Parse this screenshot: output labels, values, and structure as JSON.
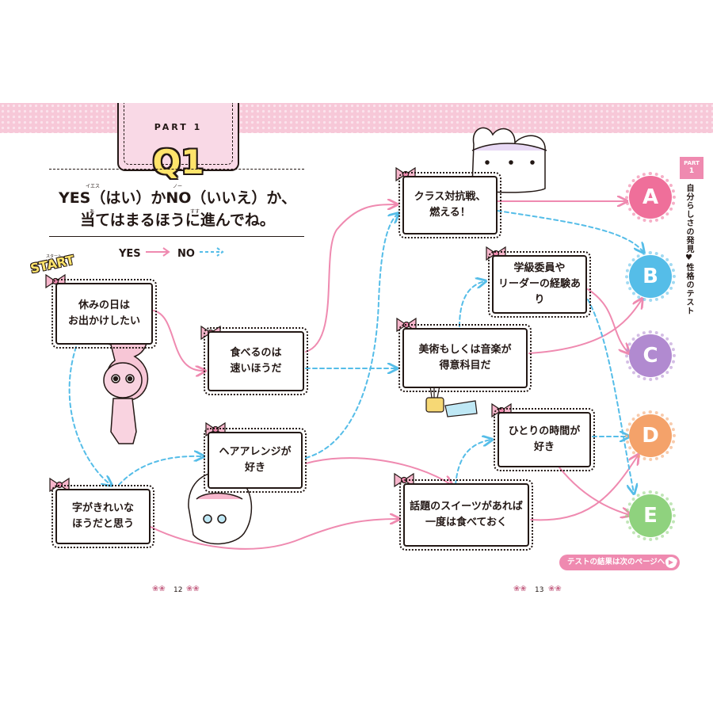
{
  "header": {
    "part_label": "PART 1",
    "question_number": "Q1",
    "instruction_line1": "YES（はい）かNO（いいえ）か、",
    "instruction_line2": "当てはまるほうに進んでね。",
    "ruby_yes": "イエス",
    "ruby_no": "ノー",
    "ruby_ate": "あ",
    "ruby_susu": "すす"
  },
  "legend": {
    "yes_label": "YES",
    "no_label": "NO"
  },
  "start_label": "START",
  "start_ruby": "スタート",
  "questions": [
    {
      "line1": "休みの日は",
      "line2": "お出かけしたい"
    },
    {
      "line1": "食べるのは",
      "line2": "速いほうだ"
    },
    {
      "line1": "ヘアアレンジが",
      "line2": "好き"
    },
    {
      "line1": "字がきれいな",
      "line2": "ほうだと思う"
    },
    {
      "line1": "クラス対抗戦、",
      "line2": "燃える！"
    },
    {
      "line1": "学級委員や",
      "line2": "リーダーの経験あり"
    },
    {
      "line1": "美術もしくは音楽が",
      "line2": "得意科目だ"
    },
    {
      "line1": "ひとりの時間が",
      "line2": "好き"
    },
    {
      "line1": "話題のスイーツがあれば",
      "line2": "一度は食べておく"
    }
  ],
  "results": [
    {
      "label": "A",
      "color": "#ef6f9a"
    },
    {
      "label": "B",
      "color": "#55bde8"
    },
    {
      "label": "C",
      "color": "#b18ad0"
    },
    {
      "label": "D",
      "color": "#f4a26a"
    },
    {
      "label": "E",
      "color": "#8fd27e"
    }
  ],
  "side_tab": {
    "part_label": "PART",
    "part_number": "1",
    "vertical_text": "自分らしさの発見♥性格のテスト"
  },
  "next_page_button": {
    "label": "テストの結果は次のページへ",
    "go": "GO"
  },
  "page_numbers": {
    "left": "12",
    "right": "13"
  },
  "colors": {
    "yes_arrow": "#ef8ab0",
    "no_arrow": "#55bde8",
    "band": "#f7c8d8",
    "badge": "#f9d9e6",
    "qnum": "#ffe46b"
  },
  "icons": [
    "ribbon-icon",
    "character-icon",
    "art-supplies-icon",
    "rose-icon",
    "play-icon",
    "yes-arrow-icon",
    "no-arrow-icon"
  ]
}
